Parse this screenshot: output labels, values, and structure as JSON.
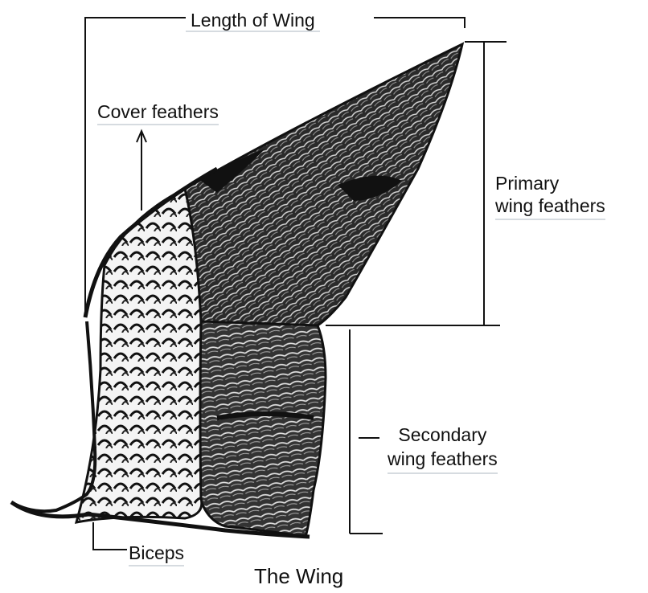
{
  "diagram": {
    "labels": {
      "length_of_wing": "Length of Wing",
      "cover_feathers": "Cover feathers",
      "primary_line1": "Primary",
      "primary_line2": "wing feathers",
      "secondary_line1": "Secondary",
      "secondary_line2": "wing feathers",
      "biceps": "Biceps",
      "title": "The Wing"
    },
    "colors": {
      "ink": "#111111",
      "paper": "#ffffff",
      "underline": "#d6dbe0"
    }
  }
}
